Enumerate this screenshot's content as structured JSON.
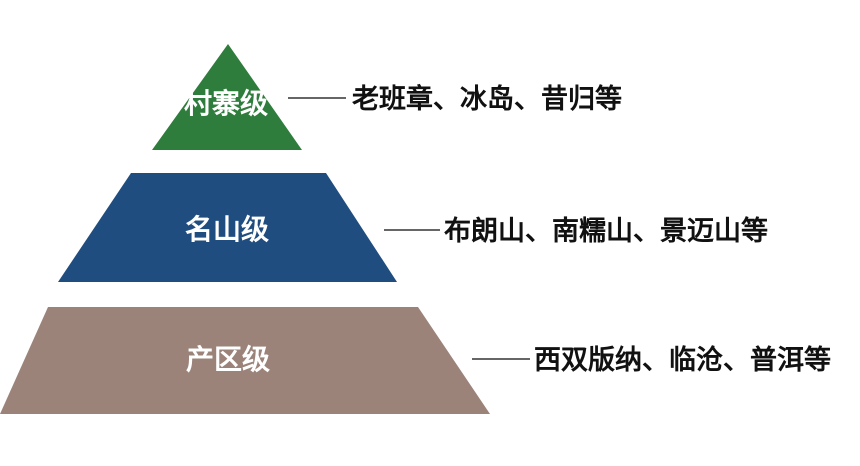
{
  "pyramid": {
    "tiers": [
      {
        "label": "村寨级",
        "description": "老班章、冰岛、昔归等",
        "color": "#2f7d3c"
      },
      {
        "label": "名山级",
        "description": "布朗山、南糯山、景迈山等",
        "color": "#1f4d7f"
      },
      {
        "label": "产区级",
        "description": "西双版纳、临沧、普洱等",
        "color": "#9b837a"
      }
    ]
  }
}
